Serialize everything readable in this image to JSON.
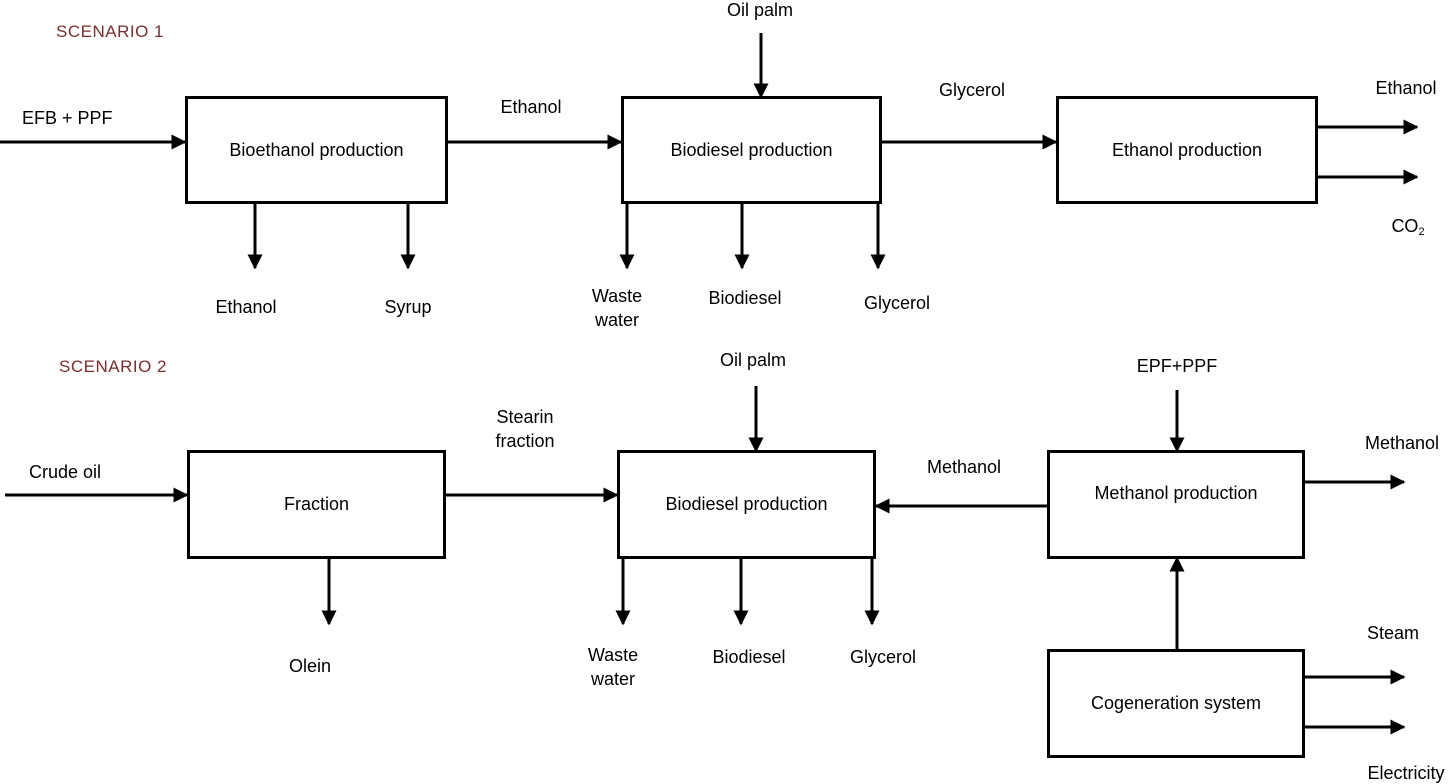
{
  "scenario1": {
    "heading": "SCENARIO 1",
    "boxes": {
      "bioethanol": "Bioethanol production",
      "biodiesel": "Biodiesel production",
      "ethanol_prod": "Ethanol production"
    },
    "labels": {
      "input": "EFB + PPF",
      "ethanol_stream": "Ethanol",
      "oil_palm": "Oil palm",
      "glycerol_stream": "Glycerol",
      "ethanol_out": "Ethanol",
      "co2": "CO",
      "co2_sub": "2",
      "ethanol_bottom": "Ethanol",
      "syrup": "Syrup",
      "waste_1": "Waste",
      "waste_2": "water",
      "biodiesel": "Biodiesel",
      "glycerol_bottom": "Glycerol"
    }
  },
  "scenario2": {
    "heading": "SCENARIO 2",
    "boxes": {
      "fraction": "Fraction",
      "biodiesel": "Biodiesel production",
      "methanol_prod": "Methanol production",
      "cogeneration": "Cogeneration system"
    },
    "labels": {
      "input": "Crude oil",
      "stearin_1": "Stearin",
      "stearin_2": "fraction",
      "oil_palm": "Oil palm",
      "methanol_stream": "Methanol",
      "epf": "EPF+PPF",
      "methanol_out": "Methanol",
      "olein": "Olein",
      "waste_1": "Waste",
      "waste_2": "water",
      "biodiesel": "Biodiesel",
      "glycerol": "Glycerol",
      "steam": "Steam",
      "electricity": "Electricity"
    }
  }
}
